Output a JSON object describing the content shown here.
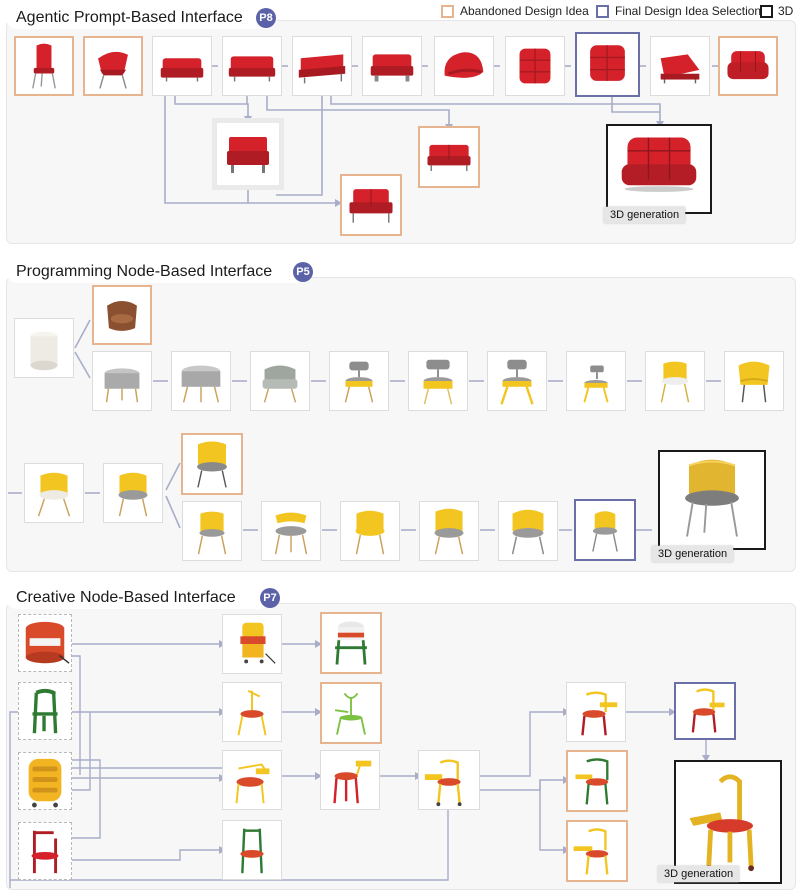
{
  "legend": {
    "abandoned_label": "Abandoned Design Idea",
    "final_label": "Final Design Idea Selection",
    "d3_label": "3D",
    "colors": {
      "abandoned": "#e6b58f",
      "final": "#6b6fa8",
      "d3": "#1a1a1a"
    }
  },
  "panels": [
    {
      "title": "Agentic Prompt-Based Interface",
      "participant": "P8",
      "generation_label": "3D generation"
    },
    {
      "title": "Programming Node-Based Interface",
      "participant": "P5",
      "generation_label": "3D generation"
    },
    {
      "title": "Creative Node-Based Interface",
      "participant": "P7",
      "generation_label": "3D generation"
    }
  ],
  "colors": {
    "red": "#d4212a",
    "yellow": "#f2c521",
    "green": "#2f7a33",
    "gray": "#9a9a9a",
    "brown": "#8b5030",
    "cream": "#eeebe4",
    "wire": "#a9adc8",
    "badge": "#5b62a8"
  }
}
